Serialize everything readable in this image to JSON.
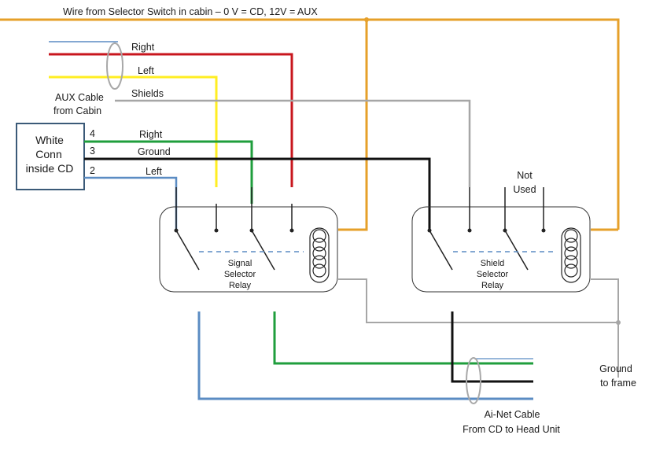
{
  "title": "Wire from Selector Switch in cabin –  0 V = CD, 12V = AUX",
  "aux_cable": {
    "label_line1": "AUX Cable",
    "label_line2": "from Cabin",
    "wires": {
      "right": "Right",
      "left": "Left",
      "shields": "Shields"
    }
  },
  "white_conn": {
    "line1": "White",
    "line2": "Conn",
    "line3": "inside CD",
    "pins": [
      {
        "number": "4",
        "label": "Right"
      },
      {
        "number": "3",
        "label": "Ground"
      },
      {
        "number": "2",
        "label": "Left"
      }
    ]
  },
  "signal_relay": {
    "line1": "Signal",
    "line2": "Selector",
    "line3": "Relay"
  },
  "shield_relay": {
    "line1": "Shield",
    "line2": "Selector",
    "line3": "Relay",
    "not_used_line1": "Not",
    "not_used_line2": "Used"
  },
  "ground": {
    "line1": "Ground",
    "line2": "to frame"
  },
  "ainet": {
    "line1": "Ai-Net Cable",
    "line2": "From CD to Head Unit"
  },
  "colors": {
    "orange": "#e6a02a",
    "red": "#c8161d",
    "yellow": "#ffee22",
    "gray": "#a6a6a6",
    "green": "#1f9e3c",
    "black": "#111111",
    "blue": "#5b8cc3",
    "box_border": "#3b5a78"
  }
}
